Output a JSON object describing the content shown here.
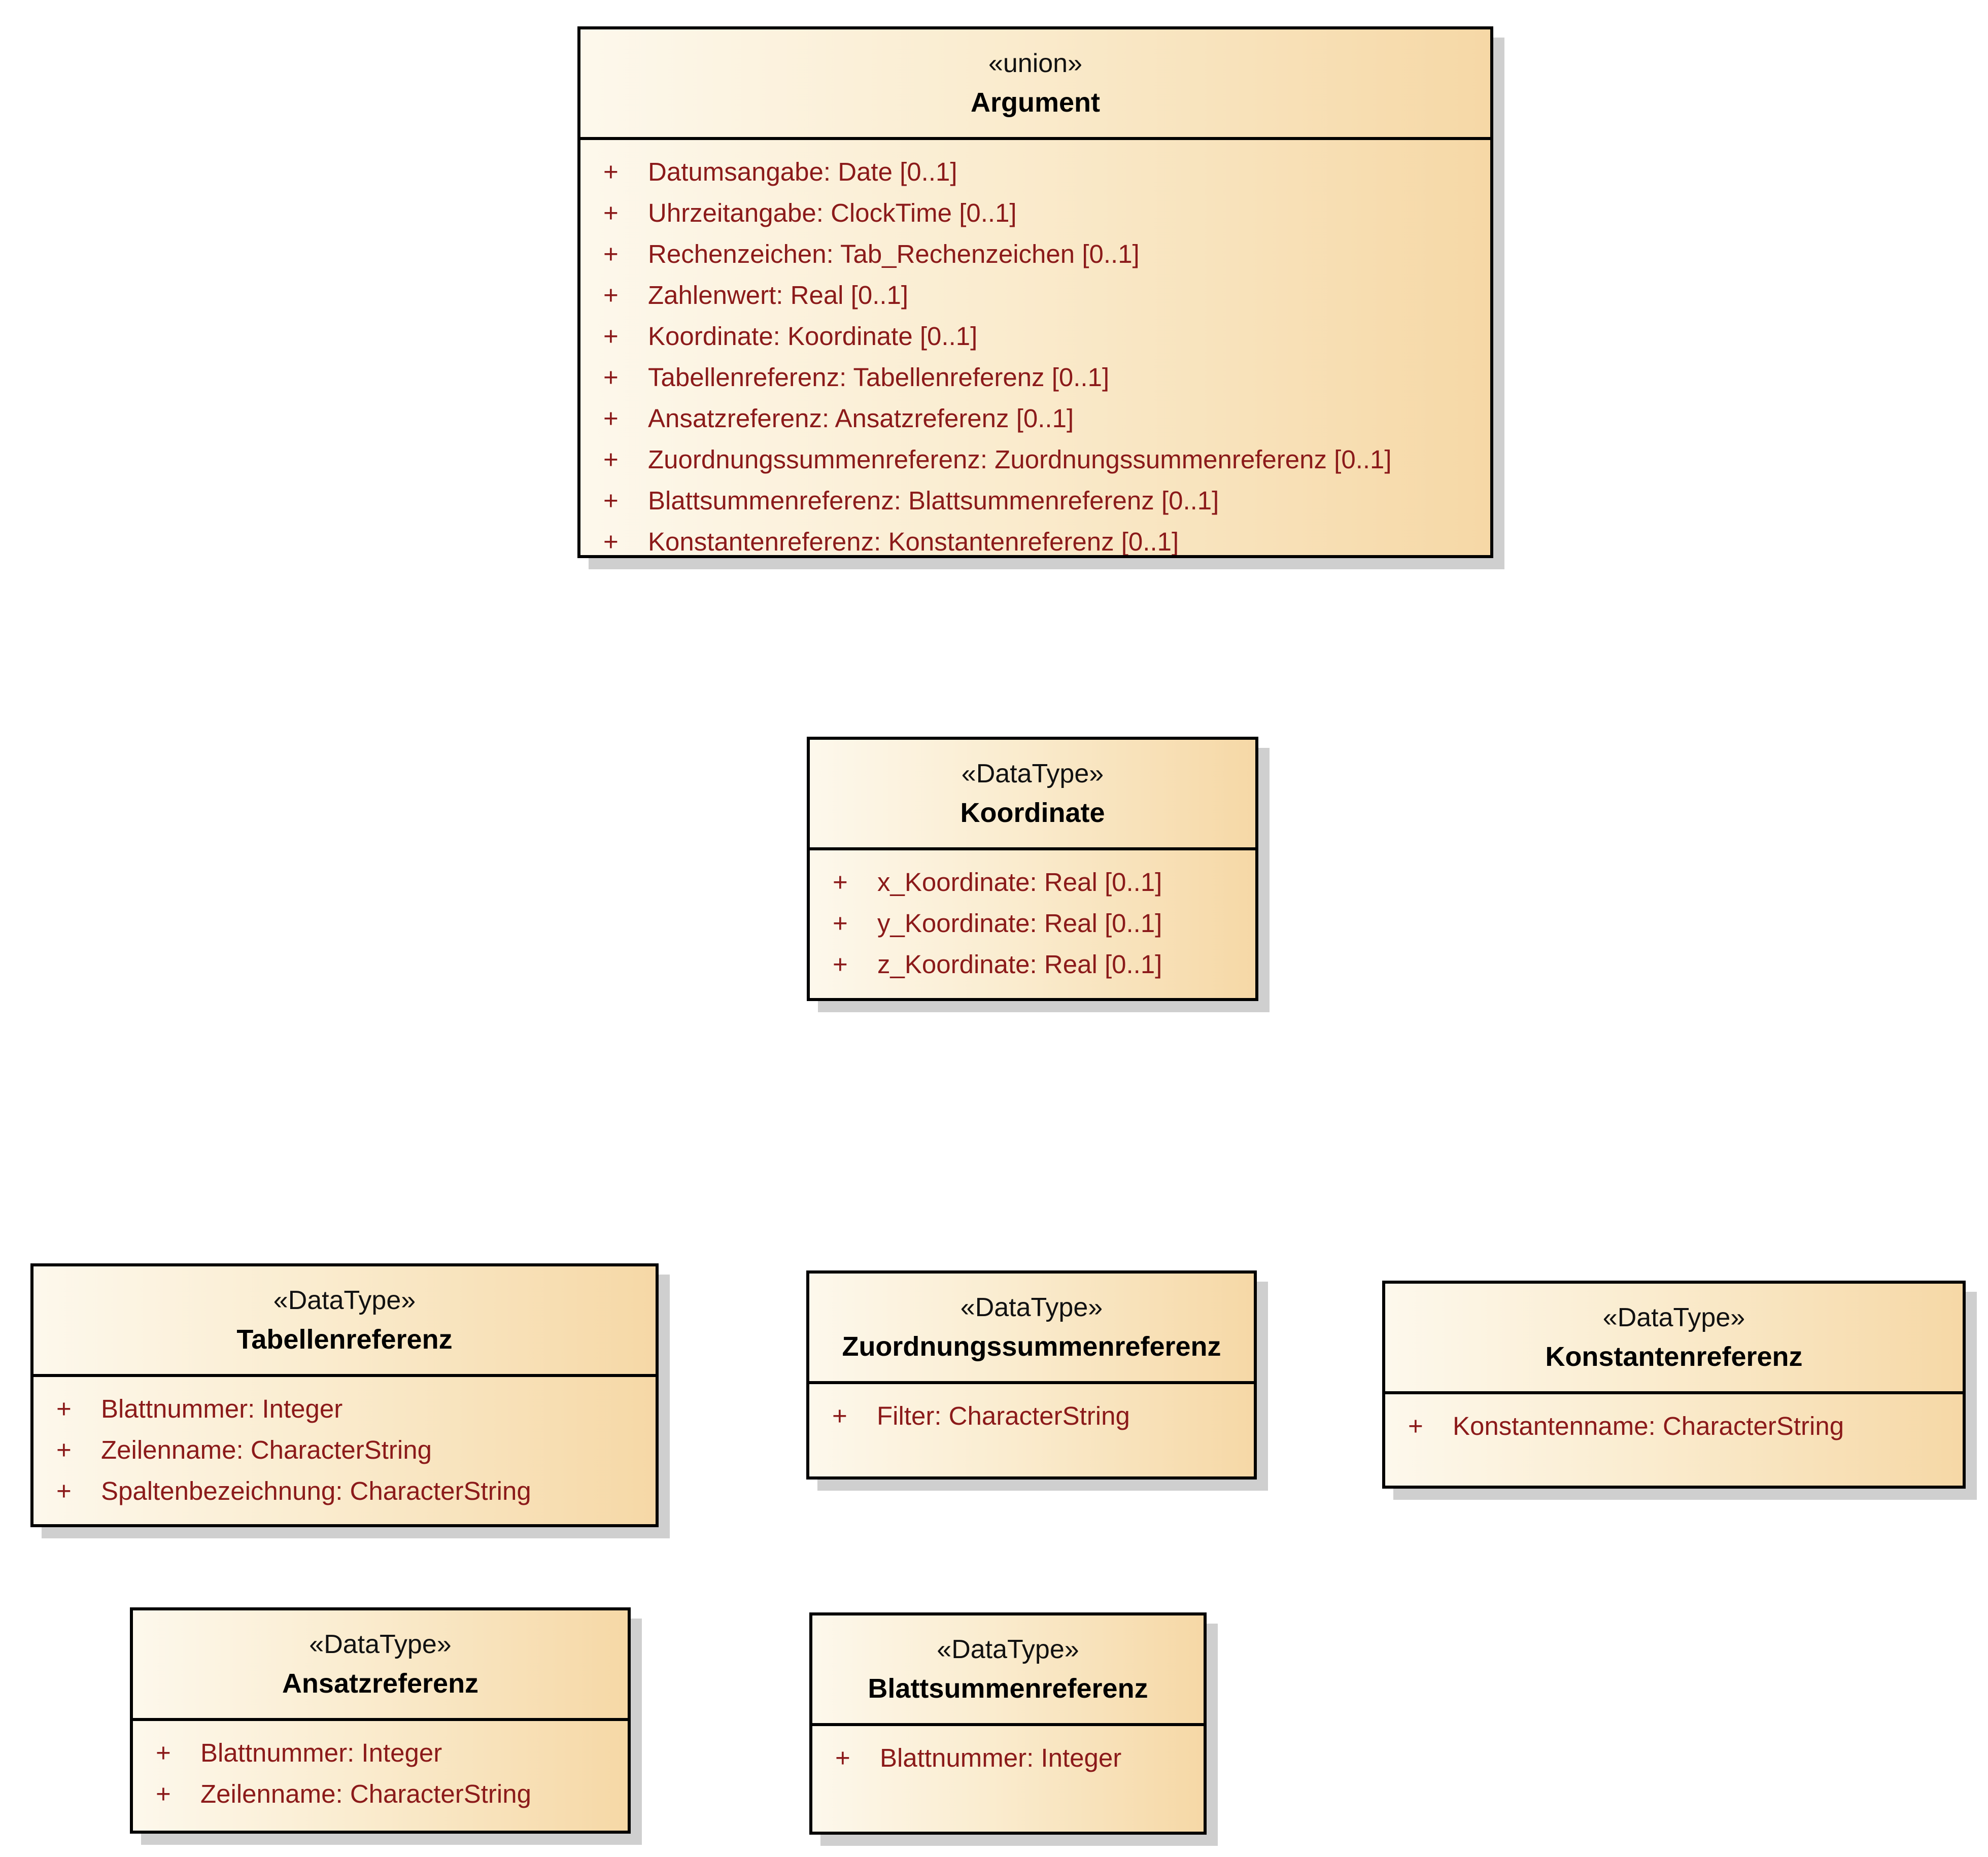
{
  "diagram": {
    "kind": "uml-class-diagram",
    "colors": {
      "box_fill_left": "#fdf8ec",
      "box_fill_right": "#f6d8a6",
      "box_border": "#000000",
      "title_text": "#000000",
      "attribute_text": "#8b1a1a",
      "shadow": "#cfcfcf",
      "background": "#ffffff"
    }
  },
  "classes": [
    {
      "stereotype": "«union»",
      "name": "Argument",
      "attributes": [
        {
          "vis": "+",
          "text": "Datumsangabe: Date [0..1]"
        },
        {
          "vis": "+",
          "text": "Uhrzeitangabe: ClockTime [0..1]"
        },
        {
          "vis": "+",
          "text": "Rechenzeichen: Tab_Rechenzeichen [0..1]"
        },
        {
          "vis": "+",
          "text": "Zahlenwert: Real [0..1]"
        },
        {
          "vis": "+",
          "text": "Koordinate: Koordinate [0..1]"
        },
        {
          "vis": "+",
          "text": "Tabellenreferenz: Tabellenreferenz [0..1]"
        },
        {
          "vis": "+",
          "text": "Ansatzreferenz: Ansatzreferenz [0..1]"
        },
        {
          "vis": "+",
          "text": "Zuordnungssummenreferenz: Zuordnungssummenreferenz [0..1]"
        },
        {
          "vis": "+",
          "text": "Blattsummenreferenz: Blattsummenreferenz [0..1]"
        },
        {
          "vis": "+",
          "text": "Konstantenreferenz: Konstantenreferenz [0..1]"
        }
      ]
    },
    {
      "stereotype": "«DataType»",
      "name": "Koordinate",
      "attributes": [
        {
          "vis": "+",
          "text": "x_Koordinate: Real [0..1]"
        },
        {
          "vis": "+",
          "text": "y_Koordinate: Real [0..1]"
        },
        {
          "vis": "+",
          "text": "z_Koordinate: Real [0..1]"
        }
      ]
    },
    {
      "stereotype": "«DataType»",
      "name": "Tabellenreferenz",
      "attributes": [
        {
          "vis": "+",
          "text": "Blattnummer: Integer"
        },
        {
          "vis": "+",
          "text": "Zeilenname: CharacterString"
        },
        {
          "vis": "+",
          "text": "Spaltenbezeichnung: CharacterString"
        }
      ]
    },
    {
      "stereotype": "«DataType»",
      "name": "Zuordnungssummenreferenz",
      "attributes": [
        {
          "vis": "+",
          "text": "Filter: CharacterString"
        }
      ]
    },
    {
      "stereotype": "«DataType»",
      "name": "Konstantenreferenz",
      "attributes": [
        {
          "vis": "+",
          "text": "Konstantenname: CharacterString"
        }
      ]
    },
    {
      "stereotype": "«DataType»",
      "name": "Ansatzreferenz",
      "attributes": [
        {
          "vis": "+",
          "text": "Blattnummer: Integer"
        },
        {
          "vis": "+",
          "text": "Zeilenname: CharacterString"
        }
      ]
    },
    {
      "stereotype": "«DataType»",
      "name": "Blattsummenreferenz",
      "attributes": [
        {
          "vis": "+",
          "text": "Blattnummer: Integer"
        }
      ]
    }
  ]
}
